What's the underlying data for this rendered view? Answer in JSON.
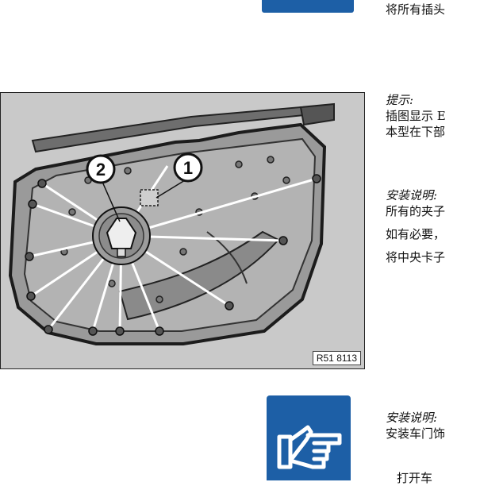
{
  "top": {
    "text": "将所有插头"
  },
  "figure": {
    "code": "R51 8113",
    "callout_1": "1",
    "callout_2": "2"
  },
  "hint": {
    "title": "提示:",
    "line1": "插图显示 E",
    "line2": "本型在下部"
  },
  "installation1": {
    "title": "安装说明:",
    "line1": "所有的夹子",
    "line2": "如有必要，",
    "line3": "将中央卡子"
  },
  "installation2": {
    "title": "安装说明:",
    "line1": "安装车门饰",
    "line2": "打开车"
  },
  "colors": {
    "icon_blue": "#1d5fa6"
  }
}
